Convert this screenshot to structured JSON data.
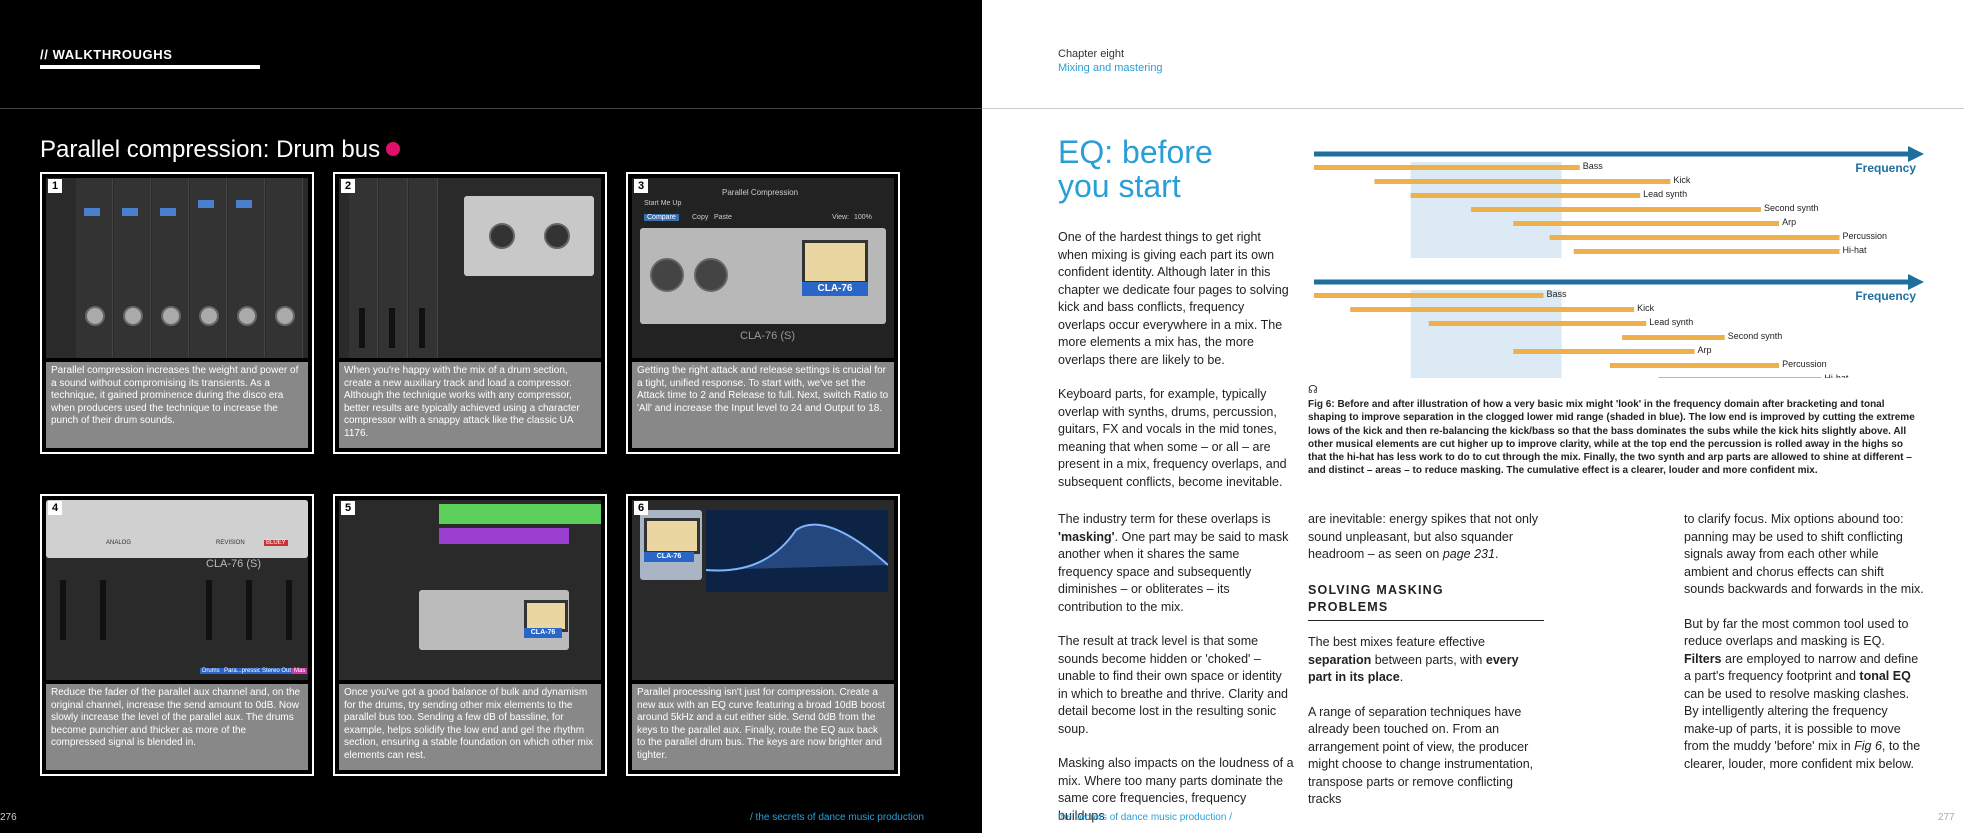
{
  "left_page": {
    "section_label": "// WALKTHROUGHS",
    "title": "Parallel compression: Drum bus",
    "steps": [
      {
        "number": "1",
        "caption": "Parallel compression increases the weight and power of a sound without compromising its transients. As a technique, it gained prominence during the disco era when producers used the technique to increase the punch of their drum sounds."
      },
      {
        "number": "2",
        "caption": "When you're happy with the mix of a drum section, create a new auxiliary track and load a compressor. Although the technique works with any compressor, better results are typically achieved using a character compressor with a snappy attack like the classic UA 1176."
      },
      {
        "number": "3",
        "caption": "Getting the right attack and release settings is crucial for a tight, unified response. To start with, we've set the Attack time to 2 and Release to full. Next, switch Ratio to 'All' and increase the Input level to 24 and Output to 18."
      },
      {
        "number": "4",
        "caption": "Reduce the fader of the parallel aux channel and, on the original channel, increase the send amount to 0dB. Now slowly increase the level of the parallel aux. The drums become punchier and thicker as more of the compressed signal is blended in."
      },
      {
        "number": "5",
        "caption": "Once you've got a good balance of bulk and dynamism for the drums, try sending other mix elements to the parallel bus too. Sending a few dB of bassline, for example, helps solidify the low end and gel the rhythm section, ensuring a stable foundation on which other mix elements can rest."
      },
      {
        "number": "6",
        "caption": "Parallel processing isn't just for compression. Create a new aux with an EQ curve featuring a broad 10dB boost around 5kHz and a cut either side. Send 0dB from the keys to the parallel aux. Finally, route the EQ aux back to the parallel drum bus. The keys are now brighter and tighter."
      }
    ],
    "screenshot_text": {
      "cla_label": "CLA-76",
      "plugin_title": "Parallel Compression",
      "preset": "Start Me Up",
      "compare": "Compare",
      "copy": "Copy",
      "paste": "Paste",
      "view": "View:",
      "view_value": "100%",
      "cla_model": "CLA-76 (S)",
      "analog": "ANALOG",
      "revision": "REVISION",
      "bluey": "BLUEY",
      "tracks": [
        "Drums",
        "Para...pression",
        "Stereo Out",
        "Mas"
      ]
    },
    "page_number": "276",
    "footer": "/ the secrets of dance music production"
  },
  "right_page": {
    "chapter": "Chapter eight",
    "chapter_sub": "Mixing and mastering",
    "title_line1": "EQ: before",
    "title_line2": "you start",
    "intro_paragraphs": [
      "One of the hardest things to get right when mixing is giving each part its own confident identity. Although later in this chapter we dedicate four pages to solving kick and bass conflicts, frequency overlaps occur everywhere in a mix. The more elements a mix has, the more overlaps there are likely to be.",
      "Keyboard parts, for example, typically overlap with synths, drums, percussion, guitars, FX and vocals in the mid tones, meaning that when some – or all – are present in a mix, frequency overlaps, and subsequent conflicts, become inevitable."
    ],
    "col1": {
      "p1_pre": "The industry term for these overlaps is ",
      "p1_bold": "'masking'",
      "p1_post": ". One part may be said to mask another when it shares the same frequency space and subsequently diminishes – or obliterates – its contribution to the mix.",
      "p2": "The result at track level is that some sounds become hidden or 'choked' – unable to find their own space or identity in which to breathe and thrive. Clarity and detail become lost in the resulting sonic soup.",
      "p3": "Masking also impacts on the loudness of a mix. Where too many parts dominate the same core frequencies, frequency buildups"
    },
    "col2": {
      "p1_pre": "are inevitable: energy spikes that not only sound unpleasant, but also squander headroom – as seen on ",
      "p1_italic": "page 231",
      "p1_post": ".",
      "heading_line1": "SOLVING MASKING",
      "heading_line2": "PROBLEMS",
      "p2_pre": "The best mixes feature effective ",
      "p2_bold1": "separation",
      "p2_mid": " between parts, with ",
      "p2_bold2": "every part in its place",
      "p2_post": ".",
      "p3": "A range of separation techniques have already been touched on. From an arrangement point of view, the producer might choose to change instrumentation, transpose parts or remove conflicting tracks"
    },
    "col3": {
      "p1": "to clarify focus. Mix options abound too: panning may be used to shift conflicting signals away from each other while ambient and chorus effects can shift sounds backwards and forwards in the mix.",
      "p2_pre": "But by far the most common tool used to reduce overlaps and masking is EQ. ",
      "p2_bold1": "Filters",
      "p2_mid1": " are employed to narrow and define a part's frequency footprint and ",
      "p2_bold2": "tonal EQ",
      "p2_mid2": " can be used to resolve masking clashes. By intelligently altering the frequency make-up of parts, it is possible to move from the muddy 'before' mix in ",
      "p2_italic": "Fig 6",
      "p2_post": ", to the clearer, louder, more confident mix below."
    },
    "figure_caption": "Fig 6: Before and after illustration of how a very basic mix might 'look' in the frequency domain after bracketing and tonal shaping to improve separation in the clogged lower mid range (shaded in blue). The low end is improved by cutting the extreme lows of the kick and then re-balancing the kick/bass so that the bass dominates the subs while the kick hits slightly above. All other musical elements are cut higher up to improve clarity, while at the top end the percussion is rolled away in the highs so that the hi-hat has less work to do to cut through the mix. Finally, the two synth and arp parts are allowed to shine at different – and distinct – areas – to reduce masking. The cumulative effect is a clearer, louder and more confident mix.",
    "footer": "the secrets of dance music production /",
    "page_number": "277"
  },
  "chart_data": [
    {
      "type": "range-bars",
      "axis_label": "Frequency",
      "colors": {
        "axis": "#1f6f9e",
        "bars": "#eeb04a",
        "shade": "#dbeaf5"
      },
      "shade_range": [
        0.16,
        0.41
      ],
      "bars": [
        {
          "name": "Bass",
          "start": 0.0,
          "end": 0.44
        },
        {
          "name": "Kick",
          "start": 0.1,
          "end": 0.59
        },
        {
          "name": "Lead synth",
          "start": 0.16,
          "end": 0.54
        },
        {
          "name": "Second synth",
          "start": 0.26,
          "end": 0.74
        },
        {
          "name": "Arp",
          "start": 0.33,
          "end": 0.77
        },
        {
          "name": "Percussion",
          "start": 0.39,
          "end": 0.87
        },
        {
          "name": "Hi-hat",
          "start": 0.43,
          "end": 0.87
        }
      ]
    },
    {
      "type": "range-bars",
      "axis_label": "Frequency",
      "colors": {
        "axis": "#1f6f9e",
        "bars": "#eeb04a",
        "shade": "#dbeaf5"
      },
      "shade_range": [
        0.16,
        0.41
      ],
      "bars": [
        {
          "name": "Bass",
          "start": 0.0,
          "end": 0.38
        },
        {
          "name": "Kick",
          "start": 0.06,
          "end": 0.53
        },
        {
          "name": "Lead synth",
          "start": 0.19,
          "end": 0.55
        },
        {
          "name": "Second synth",
          "start": 0.51,
          "end": 0.68
        },
        {
          "name": "Arp",
          "start": 0.33,
          "end": 0.63
        },
        {
          "name": "Percussion",
          "start": 0.49,
          "end": 0.77
        },
        {
          "name": "Hi-hat",
          "start": 0.57,
          "end": 0.84
        }
      ]
    }
  ]
}
